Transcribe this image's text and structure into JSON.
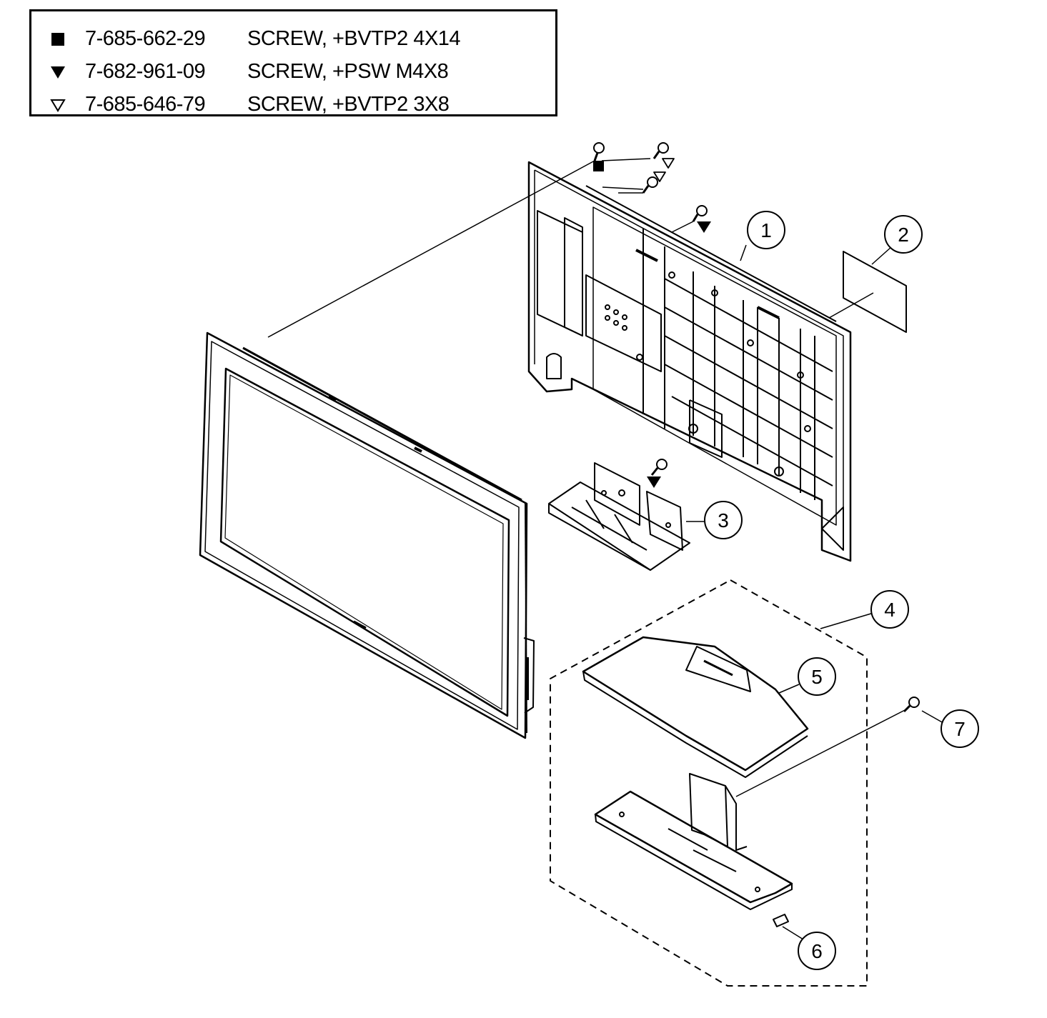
{
  "legend": [
    {
      "symbol": "filled-square",
      "part_number": "7-685-662-29",
      "description": "SCREW, +BVTP2 4X14"
    },
    {
      "symbol": "filled-triangle-down",
      "part_number": "7-682-961-09",
      "description": "SCREW, +PSW M4X8"
    },
    {
      "symbol": "outline-triangle-down",
      "part_number": "7-685-646-79",
      "description": "SCREW, +BVTP2 3X8"
    }
  ],
  "callouts": [
    "1",
    "2",
    "3",
    "4",
    "5",
    "6",
    "7"
  ],
  "colors": {
    "ink": "#000000",
    "paper": "#ffffff"
  }
}
